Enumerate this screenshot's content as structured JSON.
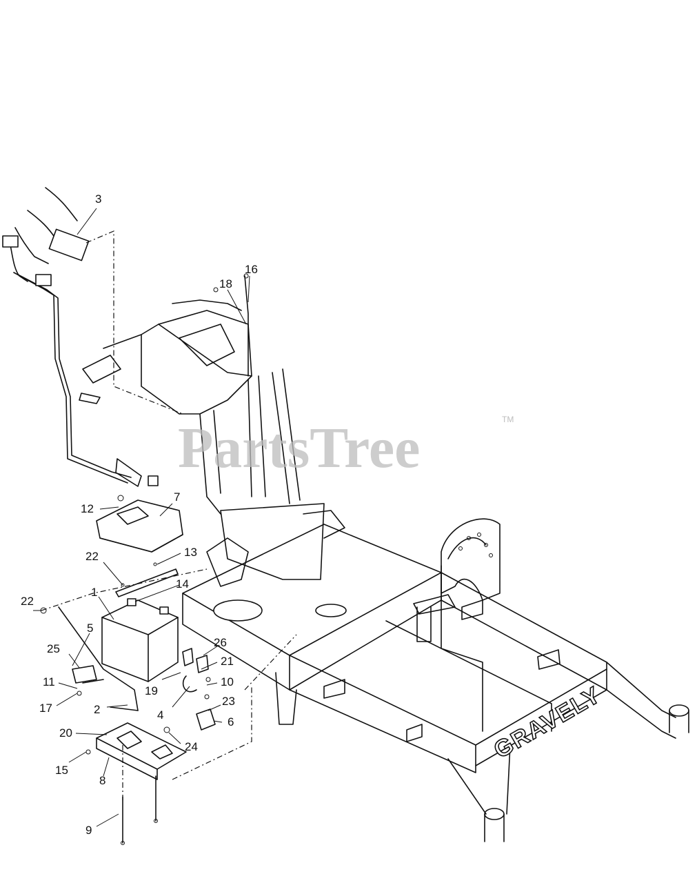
{
  "watermark": {
    "text": "PartsTree",
    "trademark": "TM"
  },
  "frame_brand": "GRAVELY",
  "callouts": [
    "3",
    "16",
    "18",
    "12",
    "7",
    "22",
    "13",
    "14",
    "1",
    "22",
    "5",
    "25",
    "26",
    "21",
    "10",
    "11",
    "17",
    "19",
    "2",
    "23",
    "4",
    "6",
    "20",
    "24",
    "15",
    "8",
    "9"
  ],
  "colors": {
    "ink": "#111111",
    "background": "#ffffff",
    "watermark": "#bdbdbd"
  }
}
